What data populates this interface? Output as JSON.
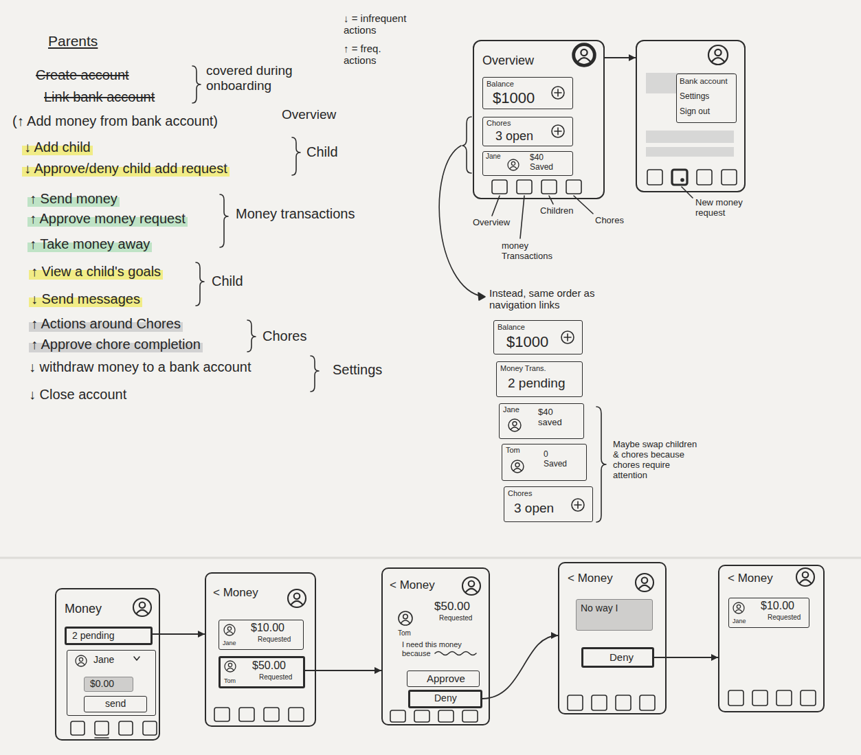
{
  "diagram": {
    "nodes": [
      {
        "text": [
          "Overview"
        ]
      },
      {
        "text": [
          "Balance",
          "$1000"
        ],
        "in": 0
      },
      {
        "text": [
          "Chores",
          "3 open"
        ],
        "in": 0
      },
      {
        "text": [
          "Jane",
          "$40 Saved"
        ],
        "in": 0
      },
      {
        "text": []
      },
      {
        "text": [
          "Bank account",
          "Settings",
          "Sign out"
        ],
        "in": 4
      },
      {
        "text": [
          "Balance",
          "$1000"
        ]
      },
      {
        "text": [
          "Money Trans.",
          "2 pending"
        ]
      },
      {
        "text": [
          "Jane",
          "$40 saved"
        ]
      },
      {
        "text": [
          "Tom",
          "0 Saved"
        ]
      },
      {
        "text": [
          "Chores",
          "3 open"
        ]
      },
      {
        "text": [
          "Money"
        ]
      },
      {
        "text": [
          "2 pending"
        ],
        "in": 11
      },
      {
        "text": [
          "Jane"
        ],
        "in": 11
      },
      {
        "text": [
          "$0.00"
        ],
        "in": 13
      },
      {
        "text": [
          "send"
        ],
        "in": 13
      },
      {
        "text": [
          "< Money"
        ]
      },
      {
        "text": [
          "$10.00",
          "Requested",
          "Jane"
        ],
        "in": 16
      },
      {
        "text": [
          "$50.00",
          "Requested",
          "Tom"
        ],
        "in": 16
      },
      {
        "text": [
          "< Money",
          "$50.00",
          "Requested",
          "Tom",
          "I need this money because"
        ]
      },
      {
        "text": [
          "Approve"
        ],
        "in": 19
      },
      {
        "text": [
          "Deny"
        ],
        "in": 19
      },
      {
        "text": [
          "< Money"
        ]
      },
      {
        "text": [
          "No way I"
        ],
        "in": 22
      },
      {
        "text": [
          "Deny"
        ],
        "in": 22
      },
      {
        "text": [
          "< Money"
        ]
      },
      {
        "text": [
          "$10.00",
          "Requested",
          "Jane"
        ],
        "in": 25
      }
    ],
    "edges": [
      {
        "from": 0,
        "to": 4,
        "arrow": "to"
      },
      {
        "from": 12,
        "to": 16,
        "arrow": "to"
      },
      {
        "from": 18,
        "to": 19,
        "arrow": "to"
      },
      {
        "from": 21,
        "to": 22,
        "arrow": "to"
      },
      {
        "from": 24,
        "to": 25,
        "arrow": "to"
      }
    ],
    "labels": [
      "Parents",
      "Create account",
      "Link bank account",
      "covered during onboarding",
      "(↑ Add money from bank account)",
      "Overview",
      "↓ Add child",
      "↓ Approve/deny child add request",
      "Child",
      "↑ Send money",
      "↑ Approve money request",
      "↑ Take money away",
      "Money transactions",
      "↑ View a child's goals",
      "↓ Send messages",
      "Child",
      "↑ Actions around Chores",
      "↑ Approve chore completion",
      "Chores",
      "↓ withdraw money to a bank account",
      "↓ Close account",
      "Settings",
      "↓ = infrequent actions",
      "↑ = freq. actions",
      "Overview",
      "money Transactions",
      "Children",
      "Chores",
      "New money request",
      "Instead, same order as navigation links",
      "Maybe swap children & chores because chores require attention"
    ]
  }
}
